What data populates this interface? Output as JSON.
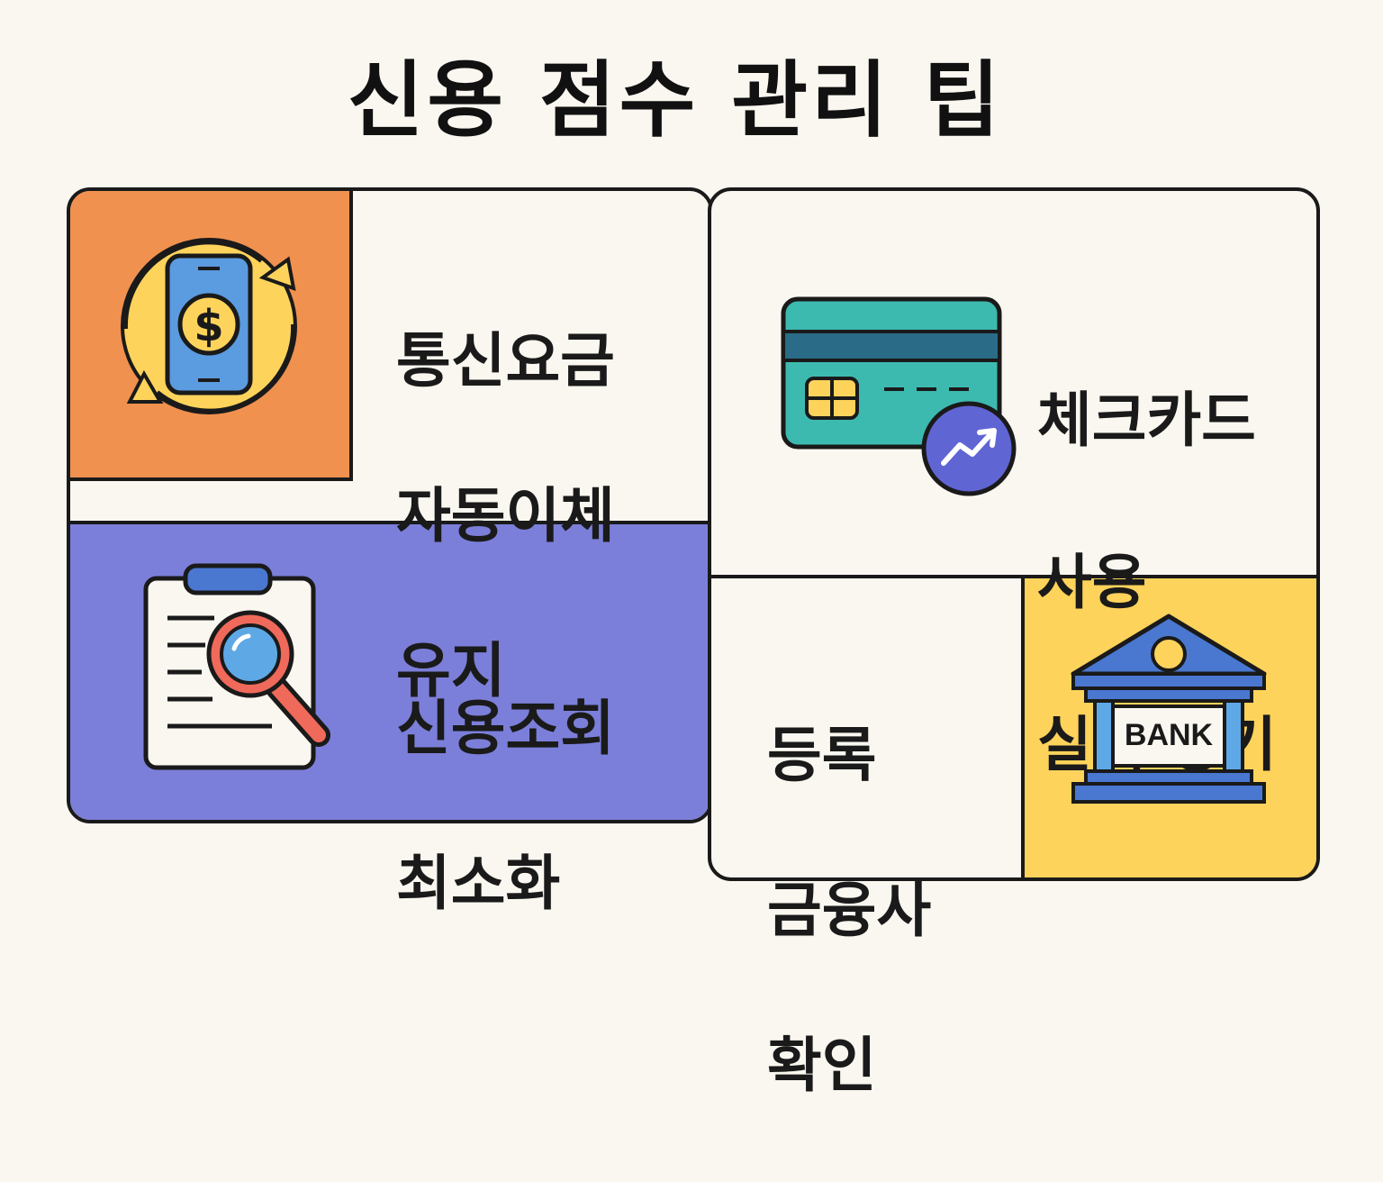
{
  "title": "신용 점수 관리 팁",
  "tips": [
    {
      "lines": [
        "통신요금",
        "자동이체",
        "유지"
      ],
      "icon": "phone-autopay-icon",
      "color": "#f0914f"
    },
    {
      "lines": [
        "체크카드",
        "사용",
        "실적 쌓기"
      ],
      "icon": "check-card-icon",
      "color": "#ffffff"
    },
    {
      "lines": [
        "신용조회",
        "최소화"
      ],
      "icon": "clipboard-search-icon",
      "color": "#7b7fd9"
    },
    {
      "lines": [
        "등록",
        "금융사",
        "확인"
      ],
      "icon": "bank-icon",
      "color": "#fdd35b"
    }
  ],
  "bank_sign": "BANK",
  "currency_symbol": "$"
}
